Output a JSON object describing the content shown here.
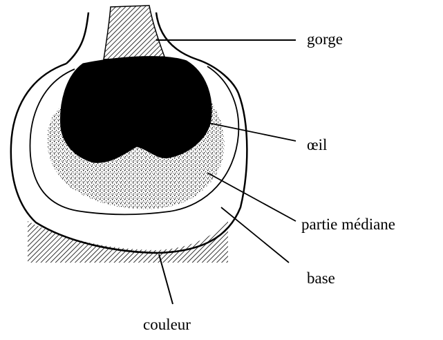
{
  "labels": {
    "gorge": "gorge",
    "oeil": "œil",
    "partie_mediane": "partie médiane",
    "base": "base",
    "couleur": "couleur"
  },
  "colors": {
    "ink": "#000000",
    "background": "#ffffff"
  }
}
